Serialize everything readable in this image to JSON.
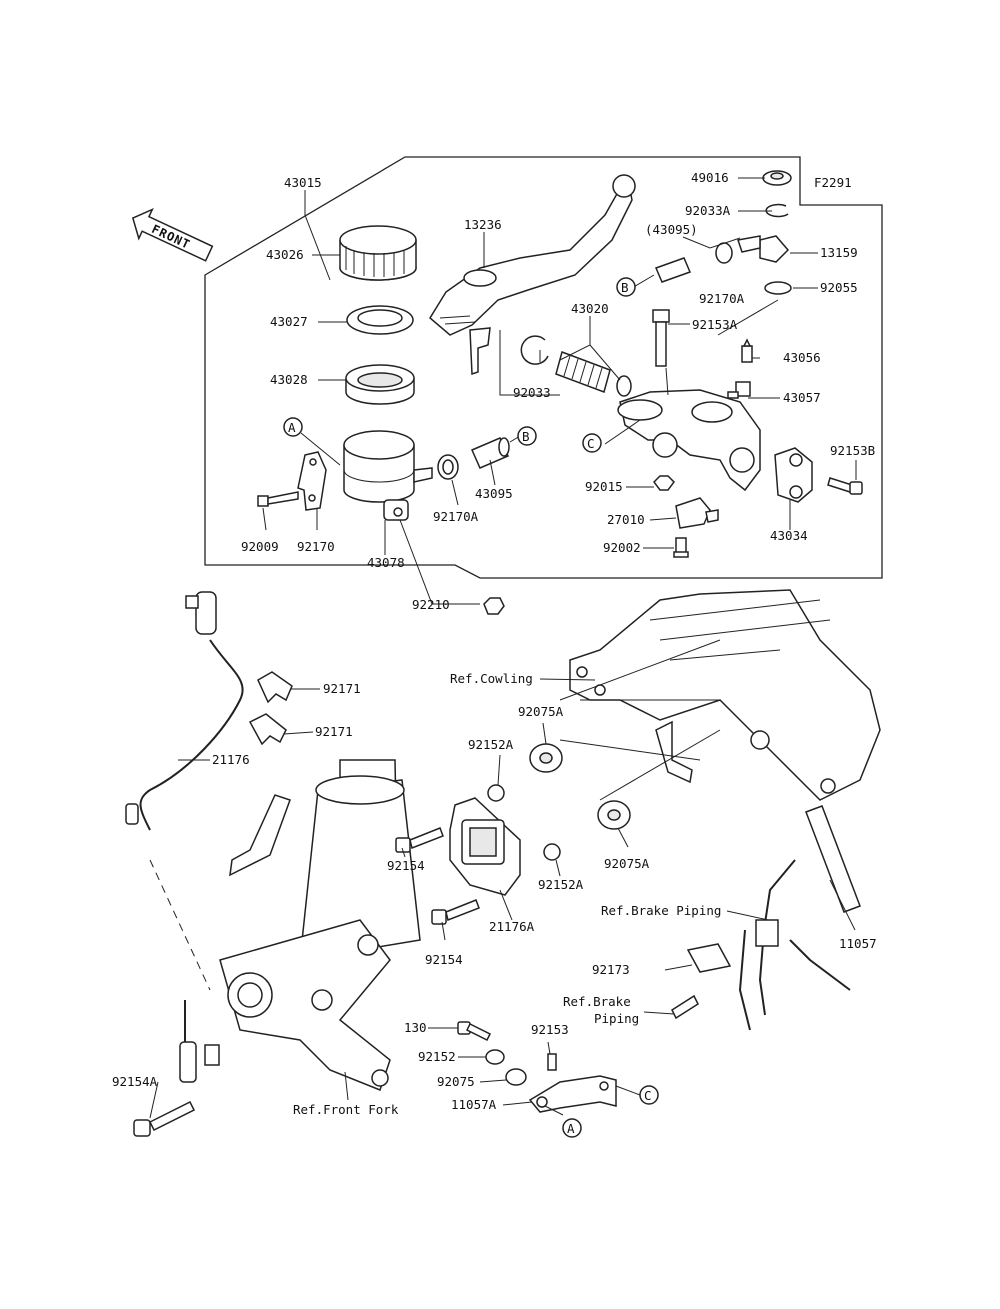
{
  "figure_code": "F2291",
  "front_arrow_text": "FRONT",
  "markers": {
    "A": "A",
    "B": "B",
    "C": "C"
  },
  "labels": {
    "p43015": "43015",
    "p13236": "13236",
    "p43026": "43026",
    "p43027": "43027",
    "p43028": "43028",
    "p43020": "43020",
    "p92033": "92033",
    "p43095a": "(43095)",
    "p49016": "49016",
    "p92033A": "92033A",
    "p13159": "13159",
    "p92055": "92055",
    "p92170A_top": "92170A",
    "p92153A": "92153A",
    "p43056": "43056",
    "p43057": "43057",
    "p92153B": "92153B",
    "p92015": "92015",
    "p27010": "27010",
    "p92002": "92002",
    "p43034": "43034",
    "p43095": "43095",
    "p92170A": "92170A",
    "p92009": "92009",
    "p92170": "92170",
    "p43078": "43078",
    "p92210": "92210",
    "p92171a": "92171",
    "p92171b": "92171",
    "p21176": "21176",
    "refCowling": "Ref.Cowling",
    "p92075A_1": "92075A",
    "p92152A_1": "92152A",
    "p92154_1": "92154",
    "p92152A_2": "92152A",
    "p92075A_2": "92075A",
    "p21176A": "21176A",
    "p92154_2": "92154",
    "refBrakePiping1": "Ref.Brake Piping",
    "p11057": "11057",
    "p92173": "92173",
    "refBrake2": "Ref.Brake",
    "piping2": "Piping",
    "p130": "130",
    "p92153": "92153",
    "p92152": "92152",
    "p92075": "92075",
    "p11057A": "11057A",
    "p92154A": "92154A",
    "refFrontFork": "Ref.Front Fork"
  }
}
